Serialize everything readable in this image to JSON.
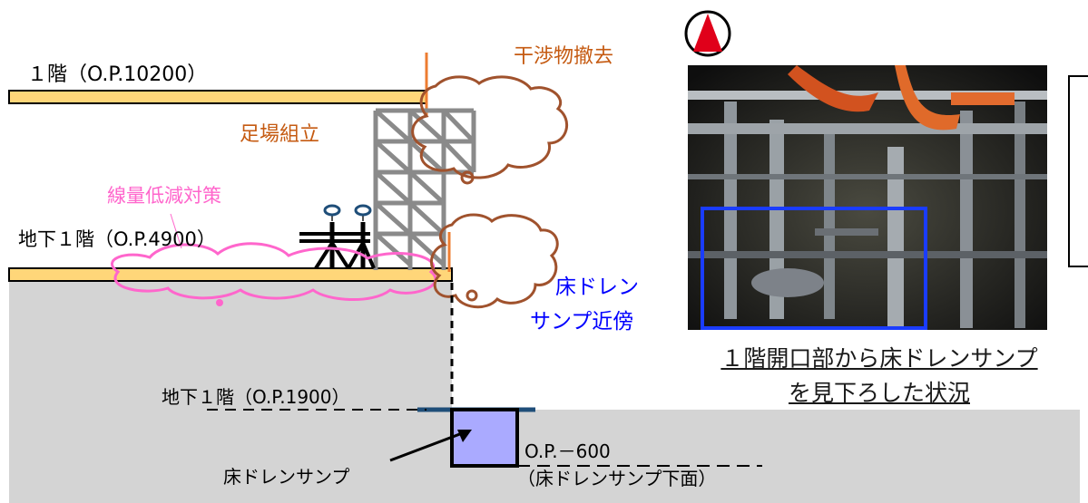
{
  "labels": {
    "floor1": "１階（O.P.10200）",
    "interference_removal": "干渉物撤去",
    "scaffold_assembly": "足場組立",
    "dose_reduction": "線量低減対策",
    "basement1": "地下１階（O.P.4900）",
    "floor_drain_near_line1": "床ドレン",
    "floor_drain_near_line2": "サンプ近傍",
    "basement1_lower": "地下１階（O.P.1900）",
    "floor_drain_sump": "床ドレンサンプ",
    "op_minus600": "O.P.－600",
    "sump_bottom": "（床ドレンサンプ下面）"
  },
  "photo": {
    "caption_line1": "１階開口部から床ドレンサンプ",
    "caption_line2": "を見下ろした状況"
  },
  "colors": {
    "floor_slab": "#ffd679",
    "orange_text": "#c55a11",
    "pink": "#ff66cc",
    "blue": "#0000ff",
    "sump_fill": "#aaaaff",
    "ground": "#d4d4d4",
    "scaffold": "#8a8a8a",
    "camera_marker": "#e0001a"
  },
  "icons": {
    "camera_direction": "north-arrow-icon"
  }
}
